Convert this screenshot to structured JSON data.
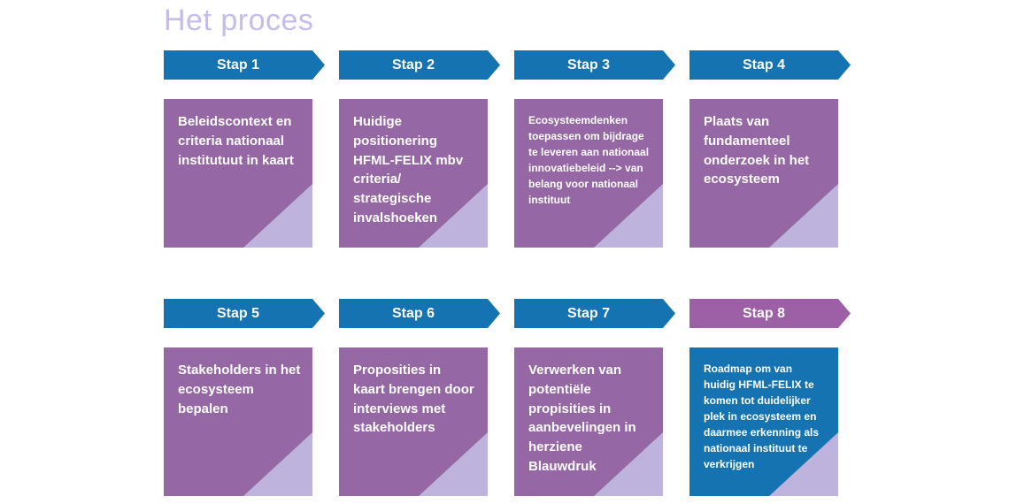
{
  "title": "Het proces",
  "colors": {
    "arrow_blue": "#1573b1",
    "arrow_purple_step8": "#9d5fa6",
    "box_purple": "#9667a5",
    "box_blue_step8": "#1573b1",
    "corner_triangle_light_purple": "#bdb3dc",
    "title_lavender": "#c6bce6",
    "text_white": "#ffffff"
  },
  "steps": [
    {
      "label": "Stap 1",
      "text": "Beleidscontext en criteria nationaal institutuut in kaart"
    },
    {
      "label": "Stap 2",
      "text": "Huidige positionering HFML-FELIX mbv criteria/ strategische invalshoeken"
    },
    {
      "label": "Stap 3",
      "text": "Ecosysteemdenken toepassen om bijdrage te leveren aan nationaal innovatiebeleid --> van belang voor nationaal instituut"
    },
    {
      "label": "Stap 4",
      "text": "Plaats van fundamenteel onderzoek in het ecosysteem"
    },
    {
      "label": "Stap 5",
      "text": "Stakeholders in het ecosysteem bepalen"
    },
    {
      "label": "Stap 6",
      "text": "Proposities in kaart brengen door interviews met stakeholders"
    },
    {
      "label": "Stap 7",
      "text": "Verwerken van potentiële propisities in aanbevelingen in herziene Blauwdruk"
    },
    {
      "label": "Stap 8",
      "text": "Roadmap om van huidig HFML-FELIX te komen tot duidelijker plek in ecosysteem en daarmee erkenning als nationaal instituut te verkrijgen"
    }
  ]
}
